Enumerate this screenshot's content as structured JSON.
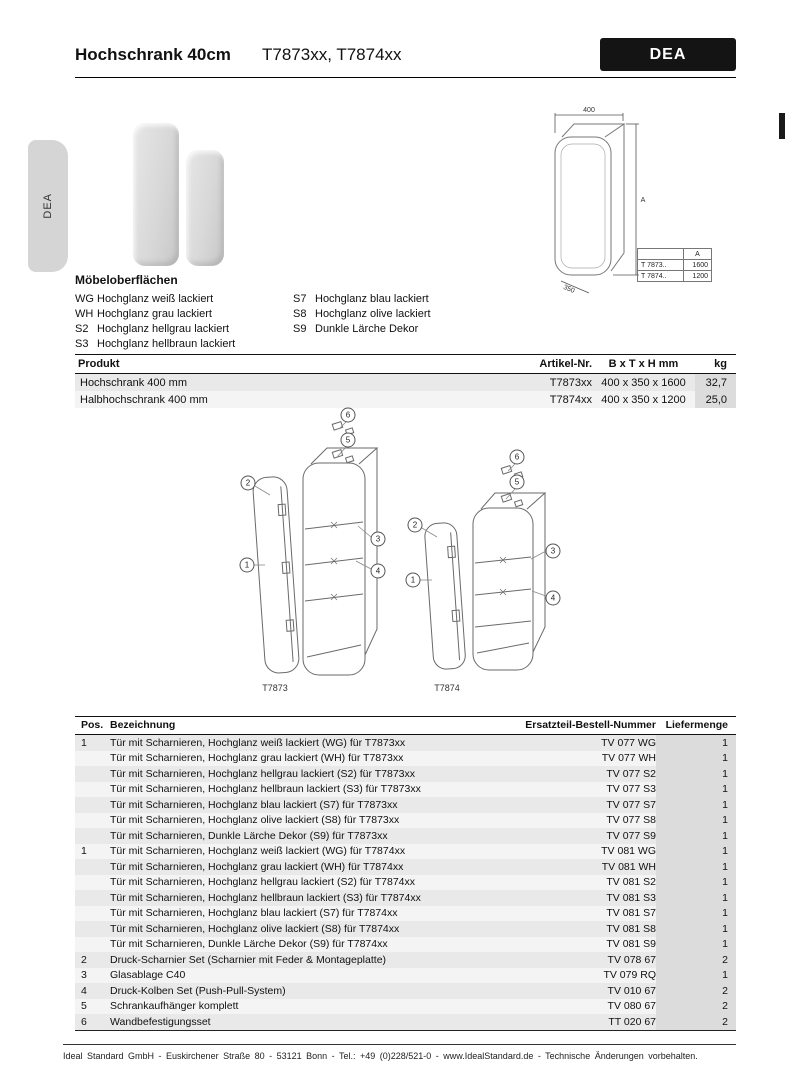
{
  "header": {
    "title": "Hochschrank 40cm",
    "article_codes": "T7873xx, T7874xx",
    "series_badge": "DEA"
  },
  "side_tab": {
    "label": "DEA"
  },
  "dimension_drawing": {
    "width_label": "400",
    "height_label": "A",
    "depth_label": "350",
    "table": {
      "col_header": "A",
      "rows": [
        {
          "model": "T 7873..",
          "value": "1600"
        },
        {
          "model": "T 7874..",
          "value": "1200"
        }
      ]
    }
  },
  "surfaces": {
    "title": "Möbeloberflächen",
    "left_items": [
      {
        "code": "WG",
        "label": "Hochglanz weiß lackiert"
      },
      {
        "code": "WH",
        "label": "Hochglanz grau lackiert"
      },
      {
        "code": "S2",
        "label": "Hochglanz hellgrau lackiert"
      },
      {
        "code": "S3",
        "label": "Hochglanz hellbraun lackiert"
      }
    ],
    "right_items": [
      {
        "code": "S7",
        "label": "Hochglanz blau lackiert"
      },
      {
        "code": "S8",
        "label": "Hochglanz olive lackiert"
      },
      {
        "code": "S9",
        "label": "Dunkle Lärche Dekor"
      }
    ]
  },
  "product_table": {
    "headers": {
      "product": "Produkt",
      "article": "Artikel-Nr.",
      "dimensions": "B x T x H mm",
      "weight": "kg"
    },
    "rows": [
      {
        "product": "Hochschrank 400 mm",
        "article": "T7873xx",
        "dimensions": "400 x 350 x 1600",
        "weight": "32,7"
      },
      {
        "product": "Halbhochschrank 400 mm",
        "article": "T7874xx",
        "dimensions": "400 x 350 x 1200",
        "weight": "25,0"
      }
    ]
  },
  "diagrams": {
    "left": {
      "label": "T7873",
      "callouts": [
        "6",
        "5",
        "2",
        "3",
        "1",
        "4"
      ]
    },
    "right": {
      "label": "T7874",
      "callouts": [
        "6",
        "5",
        "2",
        "3",
        "1",
        "4"
      ]
    }
  },
  "parts_table": {
    "headers": {
      "pos": "Pos.",
      "name": "Bezeichnung",
      "order_number": "Ersatzteil-Bestell-Nummer",
      "qty": "Liefermenge"
    },
    "rows": [
      {
        "pos": "1",
        "name": "Tür mit Scharnieren, Hochglanz weiß lackiert (WG) für T7873xx",
        "order_number": "TV 077 WG",
        "qty": "1"
      },
      {
        "pos": "",
        "name": "Tür mit Scharnieren, Hochglanz grau lackiert (WH) für T7873xx",
        "order_number": "TV 077 WH",
        "qty": "1"
      },
      {
        "pos": "",
        "name": "Tür mit Scharnieren, Hochglanz hellgrau lackiert (S2) für T7873xx",
        "order_number": "TV 077 S2",
        "qty": "1"
      },
      {
        "pos": "",
        "name": "Tür mit Scharnieren, Hochglanz hellbraun lackiert (S3) für T7873xx",
        "order_number": "TV 077 S3",
        "qty": "1"
      },
      {
        "pos": "",
        "name": "Tür mit Scharnieren, Hochglanz blau lackiert (S7) für T7873xx",
        "order_number": "TV 077 S7",
        "qty": "1"
      },
      {
        "pos": "",
        "name": "Tür mit Scharnieren, Hochglanz olive lackiert (S8) für T7873xx",
        "order_number": "TV 077 S8",
        "qty": "1"
      },
      {
        "pos": "",
        "name": "Tür mit Scharnieren, Dunkle Lärche Dekor (S9) für T7873xx",
        "order_number": "TV 077 S9",
        "qty": "1"
      },
      {
        "pos": "1",
        "name": "Tür mit Scharnieren, Hochglanz weiß lackiert (WG) für T7874xx",
        "order_number": "TV 081 WG",
        "qty": "1"
      },
      {
        "pos": "",
        "name": "Tür mit Scharnieren, Hochglanz grau lackiert (WH) für T7874xx",
        "order_number": "TV 081 WH",
        "qty": "1"
      },
      {
        "pos": "",
        "name": "Tür mit Scharnieren, Hochglanz hellgrau lackiert (S2) für T7874xx",
        "order_number": "TV 081 S2",
        "qty": "1"
      },
      {
        "pos": "",
        "name": "Tür mit Scharnieren, Hochglanz hellbraun lackiert (S3) für T7874xx",
        "order_number": "TV 081 S3",
        "qty": "1"
      },
      {
        "pos": "",
        "name": "Tür mit Scharnieren, Hochglanz blau lackiert (S7) für T7874xx",
        "order_number": "TV 081 S7",
        "qty": "1"
      },
      {
        "pos": "",
        "name": "Tür mit Scharnieren, Hochglanz olive lackiert (S8) für T7874xx",
        "order_number": "TV 081 S8",
        "qty": "1"
      },
      {
        "pos": "",
        "name": "Tür mit Scharnieren, Dunkle Lärche Dekor (S9) für T7874xx",
        "order_number": "TV 081 S9",
        "qty": "1"
      },
      {
        "pos": "2",
        "name": "Druck-Scharnier Set (Scharnier mit Feder & Montageplatte)",
        "order_number": "TV 078 67",
        "qty": "2"
      },
      {
        "pos": "3",
        "name": "Glasablage C40",
        "order_number": "TV 079 RQ",
        "qty": "1"
      },
      {
        "pos": "4",
        "name": "Druck-Kolben Set (Push-Pull-System)",
        "order_number": "TV 010 67",
        "qty": "2"
      },
      {
        "pos": "5",
        "name": "Schrankaufhänger komplett",
        "order_number": "TV 080 67",
        "qty": "2"
      },
      {
        "pos": "6",
        "name": "Wandbefestigungsset",
        "order_number": "TT 020 67",
        "qty": "2"
      }
    ]
  },
  "footer": {
    "text": "Ideal Standard GmbH - Euskirchener Straße 80 - 53121 Bonn - Tel.: +49 (0)228/521-0 - www.IdealStandard.de - Technische Änderungen vorbehalten."
  }
}
